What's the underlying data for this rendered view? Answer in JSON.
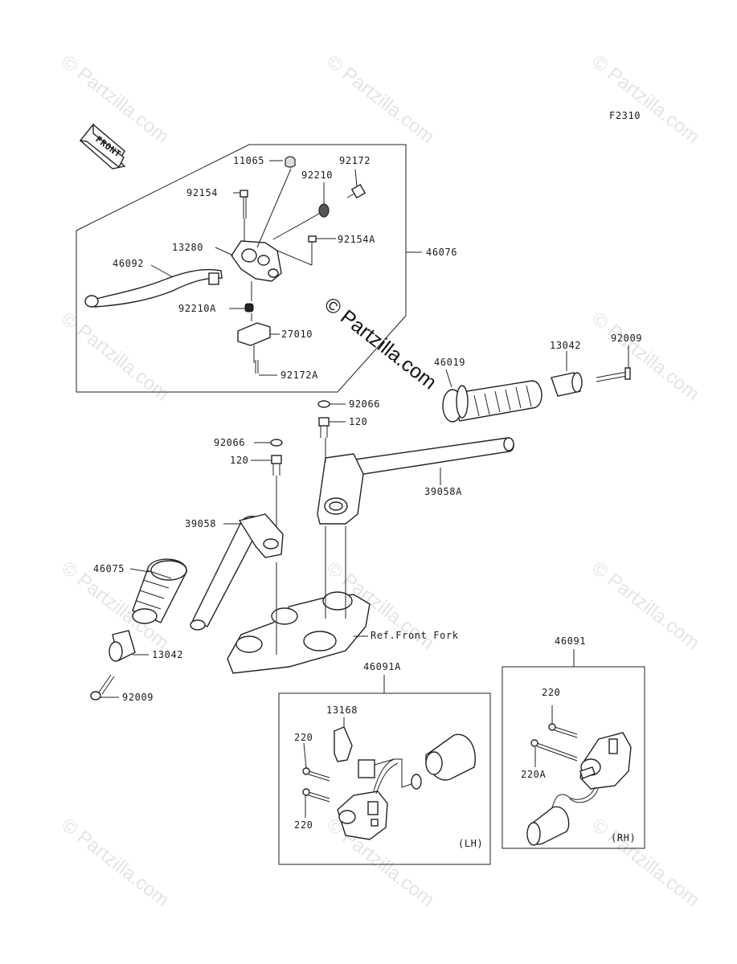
{
  "diagram_code": "F2310",
  "front_label": "FRONT",
  "watermark_text": "© Partzilla.com",
  "center_watermark_text": "© Partzilla.com",
  "labels": {
    "p11065": "11065",
    "p92172": "92172",
    "p92210": "92210",
    "p92154": "92154",
    "p92154A": "92154A",
    "p13280": "13280",
    "p46076": "46076",
    "p46092": "46092",
    "p92210A": "92210A",
    "p27010": "27010",
    "p92172A": "92172A",
    "p46019": "46019",
    "p13042_r": "13042",
    "p92009_r": "92009",
    "p92066_r": "92066",
    "p120_r": "120",
    "p92066_l": "92066",
    "p120_l": "120",
    "p39058A": "39058A",
    "p39058": "39058",
    "p46075": "46075",
    "ref_front_fork": "Ref.Front Fork",
    "p13042_l": "13042",
    "p92009_l": "92009",
    "p46091A": "46091A",
    "p46091": "46091",
    "p13168": "13168",
    "p220_a": "220",
    "p220_b": "220",
    "lh": "(LH)",
    "p220_rh": "220",
    "p220A": "220A",
    "rh": "(RH)"
  }
}
